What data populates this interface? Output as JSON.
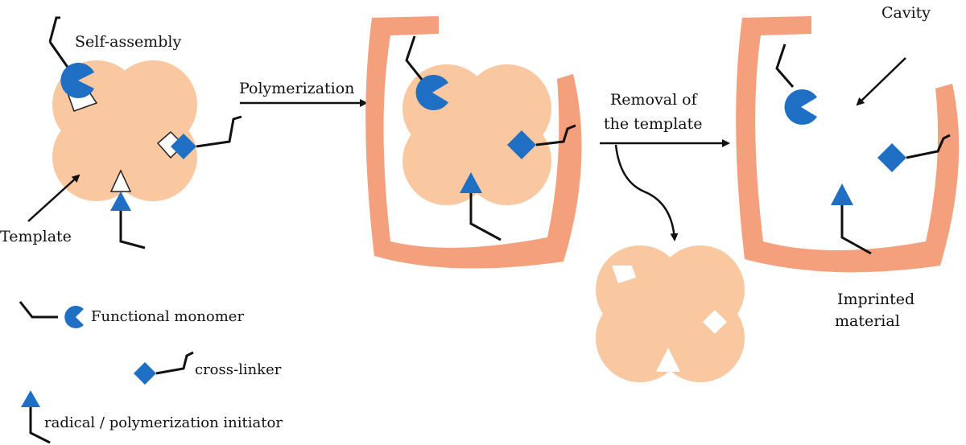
{
  "labels": {
    "self_assembly": "Self-assembly",
    "polymerization": "Polymerization",
    "template": "Template",
    "removal_line1": "Removal of",
    "removal_line2": "the template",
    "cavity": "Cavity",
    "imprinted_line1": "Imprinted",
    "imprinted_line2": "material"
  },
  "legend": {
    "functional_monomer": "Functional  monomer",
    "cross_linker": "cross-linker",
    "initiator": "radical / polymerization initiator"
  },
  "colors": {
    "template_fill": "#FAC8A0",
    "polymer_fill": "#F4A07C",
    "monomer_blue": "#1F6FC4",
    "arrow": "#111111"
  },
  "icons": {
    "functional_monomer": "pacman-circle",
    "cross_linker": "diamond",
    "initiator": "triangle"
  }
}
